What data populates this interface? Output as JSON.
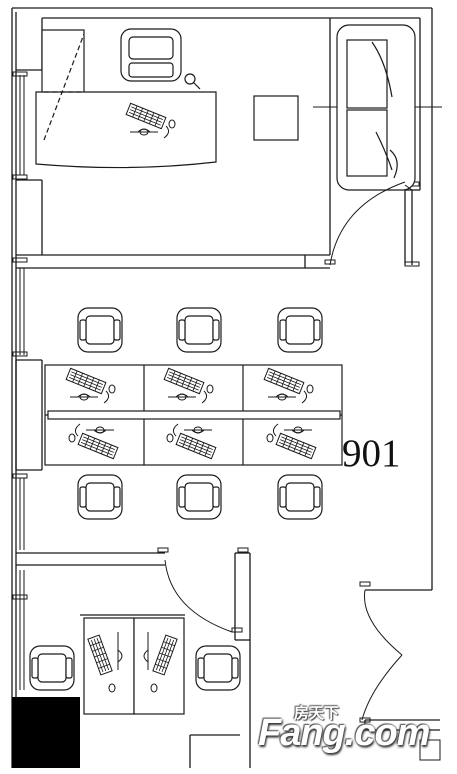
{
  "plan": {
    "room_number": "901",
    "watermark": {
      "text_cn": "房天下",
      "brand": "Fang.com"
    },
    "colors": {
      "line": "#1a1a1a",
      "background": "#ffffff",
      "column_fill": "#000000"
    },
    "icons": [
      "office-chair-icon",
      "desk-icon",
      "keyboard-icon",
      "mouse-icon",
      "monitor-icon",
      "sofa-icon",
      "door-swing-icon",
      "window-icon",
      "magnifier-icon"
    ]
  }
}
